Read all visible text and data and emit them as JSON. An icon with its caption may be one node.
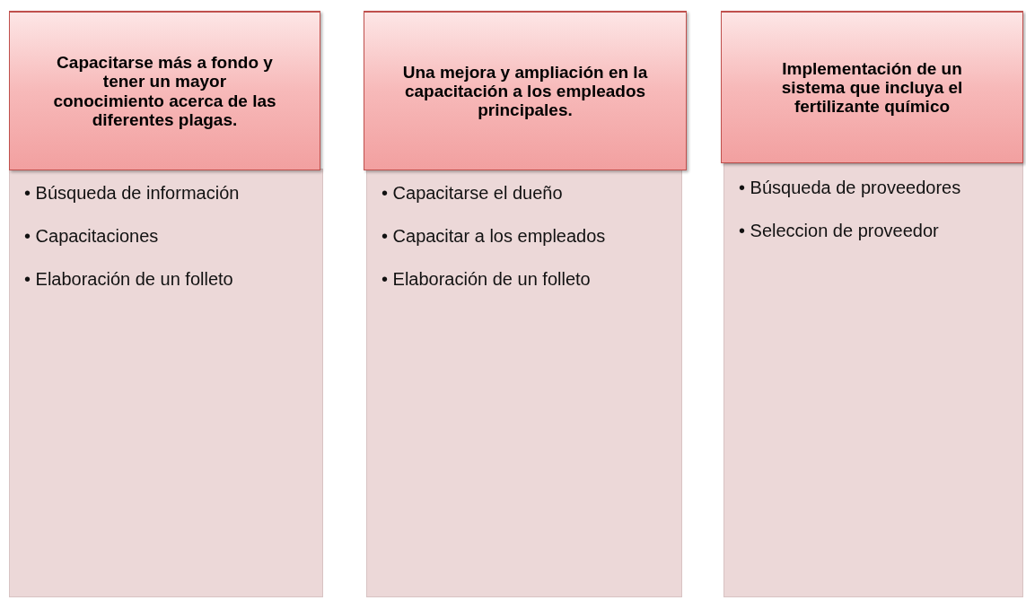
{
  "diagram": {
    "nodes": [
      {
        "text": [
          "Capacitarse más a fondo y tener un mayor conocimiento acerca de las diferentes plagas."
        ]
      },
      {
        "text": [
          "• Búsqueda de información",
          "• Capacitaciones",
          "• Elaboración de un folleto"
        ]
      },
      {
        "text": [
          "Una mejora y ampliación en la capacitación a los empleados principales."
        ]
      },
      {
        "text": [
          "• Capacitarse el dueño",
          "• Capacitar a los empleados",
          "• Elaboración de un folleto"
        ]
      },
      {
        "text": [
          "Implementación de un sistema que incluya el fertilizante químico"
        ]
      },
      {
        "text": [
          "• Búsqueda de proveedores",
          "• Seleccion de proveedor"
        ]
      }
    ]
  }
}
